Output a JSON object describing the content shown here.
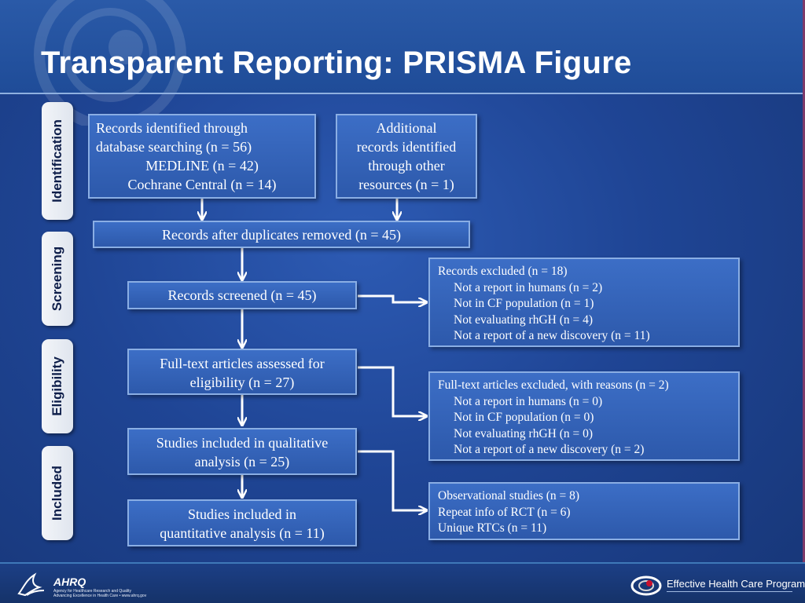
{
  "title": "Transparent Reporting: PRISMA Figure",
  "stages": {
    "identification": "Identification",
    "screening": "Screening",
    "eligibility": "Eligibility",
    "included": "Included"
  },
  "boxes": {
    "records_identified": [
      "Records identified through",
      "database searching (n = 56)",
      "MEDLINE (n = 42)",
      "Cochrane Central (n = 14)"
    ],
    "additional_records": [
      "Additional",
      "records identified",
      "through other",
      "resources (n = 1)"
    ],
    "duplicates_removed": "Records after duplicates removed (n = 45)",
    "records_screened": "Records screened (n = 45)",
    "records_excluded": {
      "header": "Records excluded (n = 18)",
      "items": [
        "Not a report in humans (n = 2)",
        "Not in CF population (n = 1)",
        "Not evaluating rhGH (n = 4)",
        "Not a report of a new discovery (n = 11)"
      ]
    },
    "full_text_assessed": [
      "Full-text articles assessed for",
      "eligibility (n = 27)"
    ],
    "full_text_excluded": {
      "header": "Full-text articles excluded, with reasons (n = 2)",
      "items": [
        "Not a report in humans (n = 0)",
        "Not in CF population (n = 0)",
        "Not evaluating rhGH (n = 0)",
        "Not a report of a new discovery (n = 2)"
      ]
    },
    "qualitative": [
      "Studies included in qualitative",
      "analysis (n = 25)"
    ],
    "quantitative": [
      "Studies included in",
      "quantitative analysis (n = 11)"
    ],
    "not_quantitative": [
      "Observational studies (n = 8)",
      "Repeat info of RCT (n = 6)",
      "Unique RTCs (n = 11)"
    ]
  },
  "footer": {
    "ahrq_logo": "AHRQ",
    "ahrq_tagline_1": "Agency for Healthcare Research and Quality",
    "ahrq_tagline_2": "Advancing Excellence in Health Care • www.ahrq.gov",
    "ehc": "Effective Health Care Program"
  },
  "colors": {
    "background": "#1f4595",
    "box_fill": "#2d59ab",
    "box_border": "#8aaee4",
    "stage_label": "#0e1e4a"
  }
}
